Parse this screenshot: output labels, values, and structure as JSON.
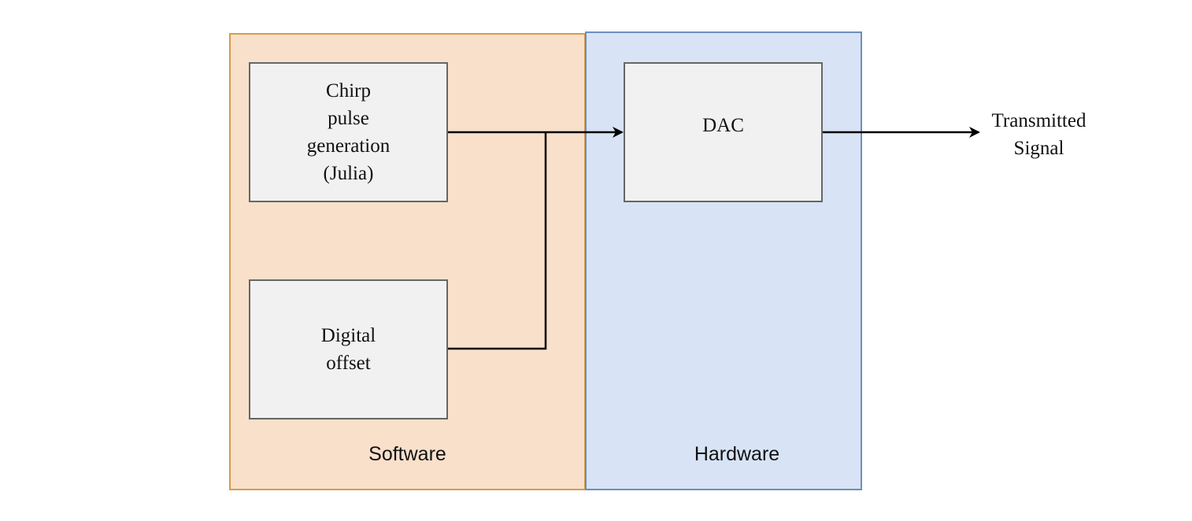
{
  "regions": {
    "software": {
      "label": "Software",
      "fill": "#f8e0cb",
      "border": "#d79b4a"
    },
    "hardware": {
      "label": "Hardware",
      "fill": "#d8e4f5",
      "border": "#6c8ebf"
    }
  },
  "blocks": {
    "chirp": {
      "label": "Chirp\npulse\ngeneration\n(Julia)"
    },
    "offset": {
      "label": "Digital\noffset"
    },
    "dac": {
      "label": "DAC"
    }
  },
  "output": {
    "label": "Transmitted\nSignal"
  },
  "colors": {
    "block_fill": "#f1f1f1",
    "block_border": "#666666",
    "connector": "#000000"
  }
}
